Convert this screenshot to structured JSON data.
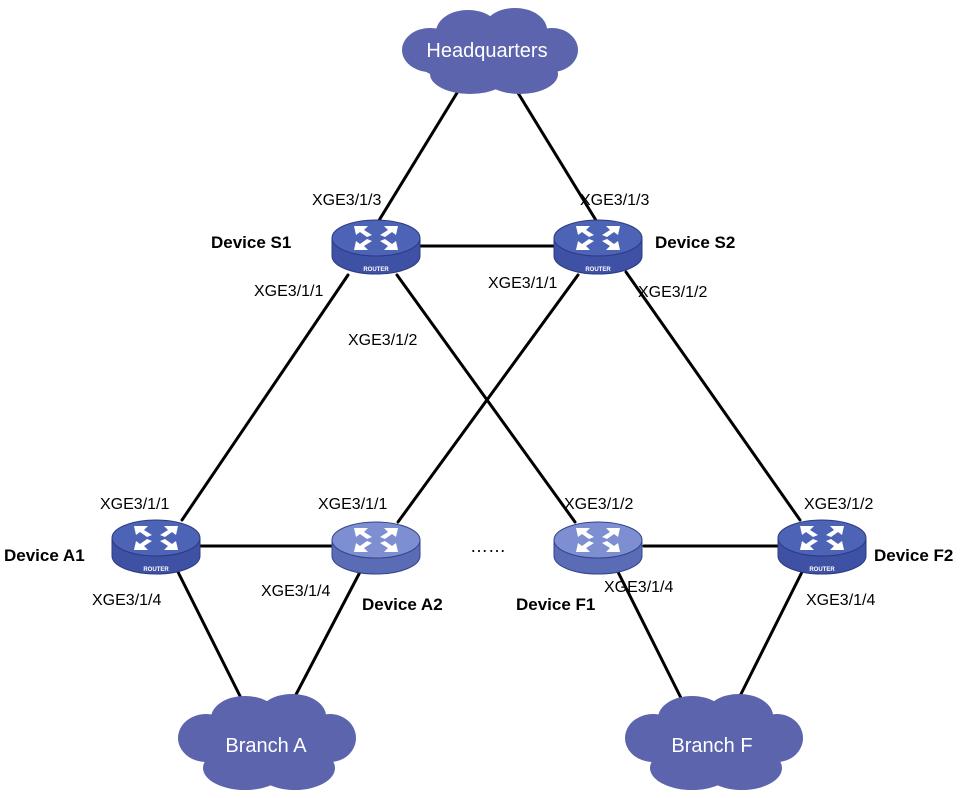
{
  "colors": {
    "cloud": "#5b64ad",
    "router_body": "#3f51a4",
    "router_top": "#4c63b6",
    "router_outline": "#2b3a80",
    "link": "#000000"
  },
  "clouds": {
    "headquarters": "Headquarters",
    "branch_a": "Branch A",
    "branch_f": "Branch F"
  },
  "devices": {
    "s1": {
      "name": "Device S1",
      "badge": "ROUTER"
    },
    "s2": {
      "name": "Device S2",
      "badge": "ROUTER"
    },
    "a1": {
      "name": "Device A1",
      "badge": "ROUTER"
    },
    "a2": {
      "name": "Device A2"
    },
    "f1": {
      "name": "Device F1"
    },
    "f2": {
      "name": "Device F2",
      "badge": "ROUTER"
    }
  },
  "ports": {
    "s1_up": "XGE3/1/3",
    "s1_left": "XGE3/1/1",
    "s1_right": "XGE3/1/2",
    "s2_up": "XGE3/1/3",
    "s2_left": "XGE3/1/1",
    "s2_right": "XGE3/1/2",
    "a1_up": "XGE3/1/1",
    "a1_down": "XGE3/1/4",
    "a2_up": "XGE3/1/1",
    "a2_down": "XGE3/1/4",
    "f1_up": "XGE3/1/2",
    "f1_down": "XGE3/1/4",
    "f2_up": "XGE3/1/2",
    "f2_down": "XGE3/1/4"
  },
  "ellipsis": "……",
  "icons": {
    "router": "router-icon",
    "cloud": "cloud-icon"
  }
}
